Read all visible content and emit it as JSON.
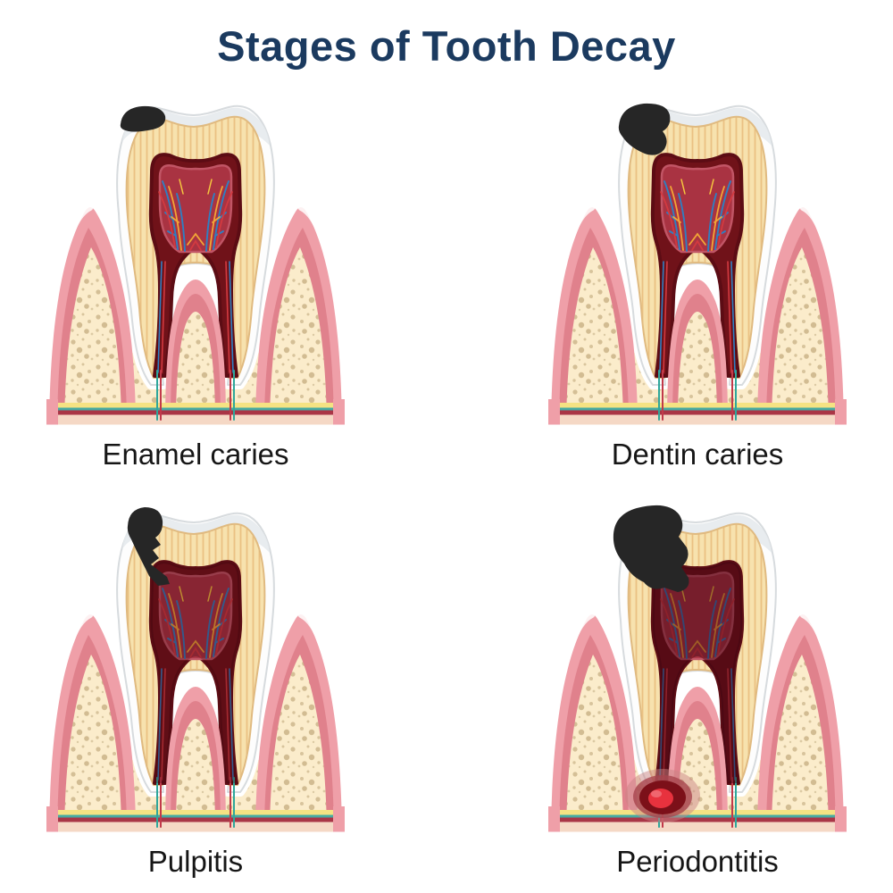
{
  "title": "Stages of Tooth Decay",
  "theme": {
    "background": "#ffffff",
    "title_color": "#1b3a5f",
    "label_color": "#161616",
    "cavity_color": "#262626",
    "enamel_color": "#fdfdfd",
    "dentin_color": "#f7e2ae",
    "pulp_outer_color": "#701219",
    "pulp_inner_color": "#a93342",
    "nerve_blue": "#2e7fc2",
    "nerve_orange": "#f2a636",
    "nerve_red": "#d23a40",
    "gum_color": "#ef9fa8",
    "gum_dark_color": "#e0818c",
    "bone_color": "#fbeccb",
    "bone_speckle_color": "#d2bc92",
    "stripe_yellow": "#f5e283",
    "stripe_teal": "#47aaa2",
    "stripe_maroon": "#a93546",
    "abscess_color": "#e8323e"
  },
  "panels": [
    {
      "id": "enamel-caries",
      "label": "Enamel caries",
      "overlay_ids": [
        "cavity-enamel"
      ]
    },
    {
      "id": "dentin-caries",
      "label": "Dentin caries",
      "overlay_ids": [
        "cavity-dentin"
      ]
    },
    {
      "id": "pulpitis",
      "label": "Pulpitis",
      "overlay_ids": [
        "pulp-shade",
        "cavity-pulpitis"
      ]
    },
    {
      "id": "periodontitis",
      "label": "Periodontitis",
      "overlay_ids": [
        "pulp-shade-strong",
        "cavity-perio",
        "abscess"
      ]
    }
  ]
}
